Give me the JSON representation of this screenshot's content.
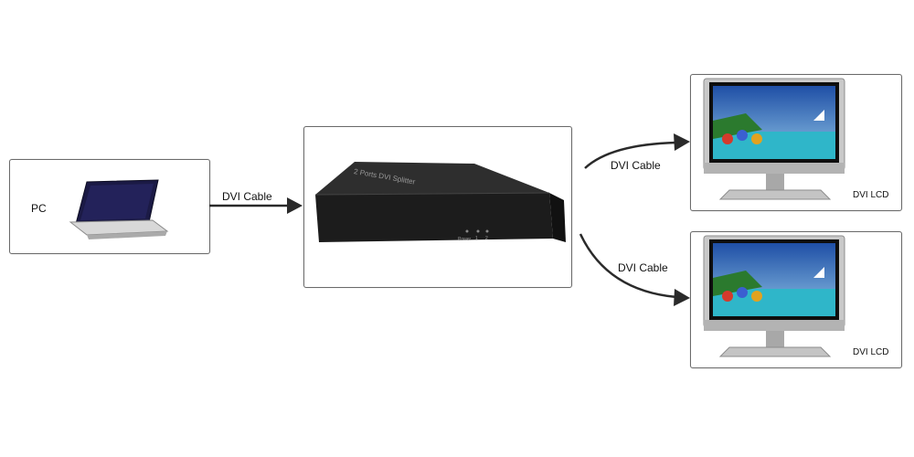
{
  "pc": {
    "label": "PC"
  },
  "cable_pc_to_splitter": {
    "label": "DVI Cable"
  },
  "splitter": {
    "front_text": "2 Ports DVI Splitter",
    "power_text": "Power",
    "port1": "1",
    "port2": "2"
  },
  "cable_to_lcd_top": {
    "label": "DVI Cable"
  },
  "cable_to_lcd_bottom": {
    "label": "DVI Cable"
  },
  "lcd_top": {
    "label": "DVI LCD"
  },
  "lcd_bottom": {
    "label": "DVI LCD"
  },
  "colors": {
    "border": "#6b6b6b",
    "arrow": "#2a2a2a",
    "splitter_body": "#1c1c1c"
  }
}
